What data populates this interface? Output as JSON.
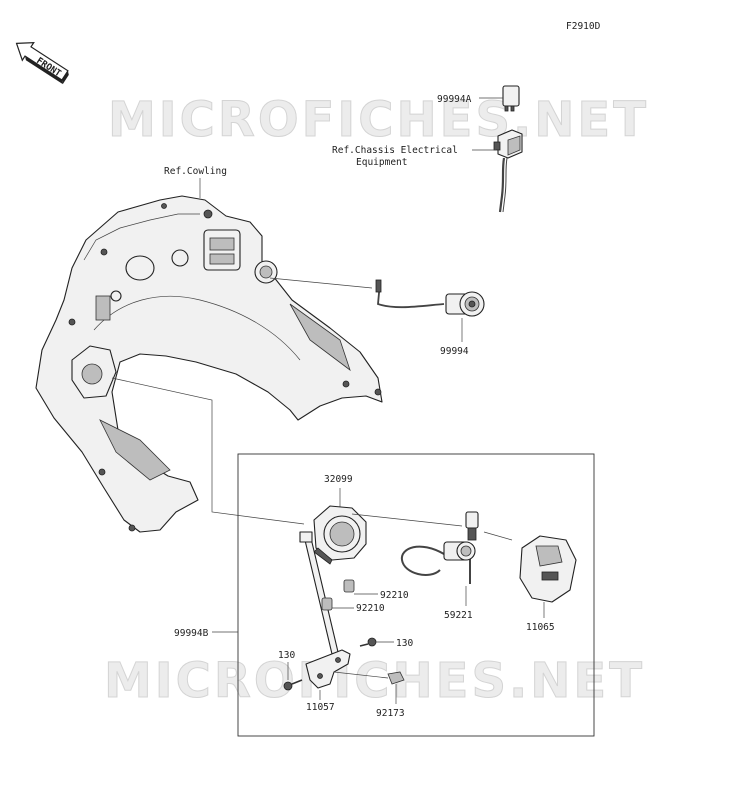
{
  "figure_code": "F2910D",
  "front_label": "FRONT",
  "watermark": "MICROFICHES.NET",
  "refs": {
    "cowling": "Ref.Cowling",
    "chassis_line1": "Ref.Chassis Electrical",
    "chassis_line2": "Equipment"
  },
  "parts": {
    "relay": "99994A",
    "socket_upper": "99994",
    "bracket_housing": "32099",
    "clip_1": "92210",
    "clip_2": "92210",
    "kit": "99994B",
    "bolt_right": "130",
    "bolt_left": "130",
    "stay": "11057",
    "cable_tie": "92173",
    "harness_socket": "59221",
    "cover": "11065"
  }
}
